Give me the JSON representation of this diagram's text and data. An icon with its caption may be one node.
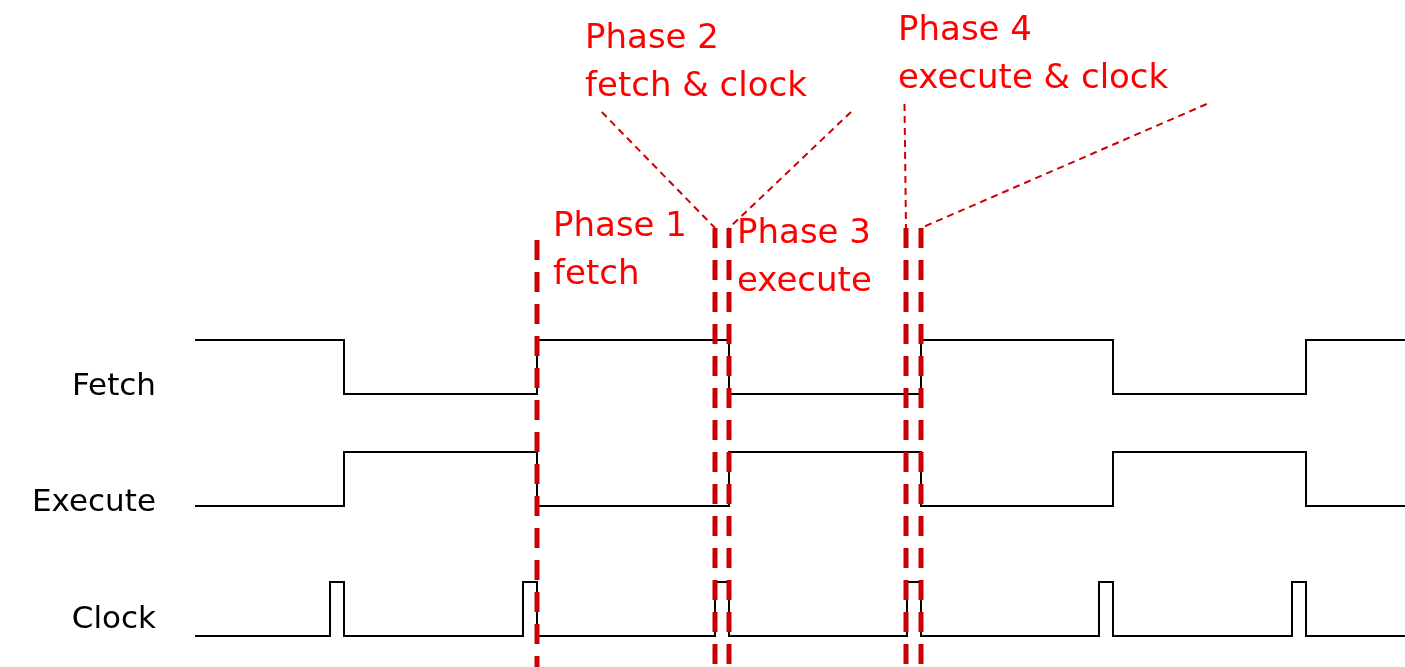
{
  "diagram": {
    "nodes": [
      {
        "text": [
          "Phase 2",
          "fetch & clock"
        ]
      },
      {
        "text": [
          "Phase 4",
          "execute & clock"
        ]
      },
      {
        "text": [],
        "shape": "line"
      },
      {
        "text": [],
        "shape": "line"
      },
      {
        "text": [],
        "shape": "line"
      },
      {
        "text": [],
        "shape": "line"
      },
      {
        "text": [],
        "shape": "line"
      }
    ],
    "edges": [
      {
        "from": 0,
        "to": 3,
        "arrow": "none",
        "style": "dashed"
      },
      {
        "from": 0,
        "to": 4,
        "arrow": "none",
        "style": "dashed"
      },
      {
        "from": 1,
        "to": 5,
        "arrow": "none",
        "style": "dashed"
      },
      {
        "from": 1,
        "to": 6,
        "arrow": "none",
        "style": "dashed"
      }
    ],
    "labels": [
      "Phase 1",
      "fetch",
      "Phase 3",
      "execute",
      "Fetch",
      "Execute",
      "Clock"
    ]
  }
}
